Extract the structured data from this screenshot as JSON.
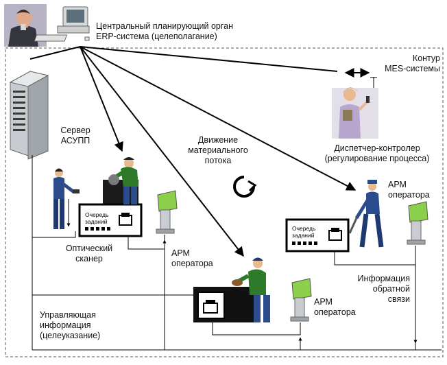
{
  "labels": {
    "planning_org_line1": "Центральный планирующий орган",
    "planning_org_line2": "ERP-система (целеполагание)",
    "mes_contour_line1": "Контур",
    "mes_contour_line2": "MES-системы",
    "server_line1": "Сервер",
    "server_line2": "АСУПП",
    "material_flow_line1": "Движение",
    "material_flow_line2": "материального",
    "material_flow_line3": "потока",
    "dispatcher_line1": "Диспетчер-контролер",
    "dispatcher_line2": "(регулирование процесса)",
    "arm_operator_right_line1": "АРМ",
    "arm_operator_right_line2": "оператора",
    "optical_scanner_line1": "Оптический",
    "optical_scanner_line2": "сканер",
    "arm_operator_left_line1": "АРМ",
    "arm_operator_left_line2": "оператора",
    "feedback_line1": "Информация",
    "feedback_line2": "обратной",
    "feedback_line3": "связи",
    "arm_operator_bottom_line1": "АРМ",
    "arm_operator_bottom_line2": "оператора",
    "control_info_line1": "Управляющая",
    "control_info_line2": "информация",
    "control_info_line3": "(целеуказание)",
    "task_queue_line1": "Очередь",
    "task_queue_line2": "заданий"
  },
  "colors": {
    "shirt_green": "#2f7a2a",
    "jeans_blue": "#2b4c8c",
    "skin": "#e9b98f",
    "kiosk_green": "#8ccf4a",
    "jacket_lilac": "#b9a6cf"
  },
  "icons": [
    "user-icon",
    "computer-icon",
    "server-icon",
    "worker-icon",
    "kiosk-icon",
    "cycle-arrow-icon",
    "dispatcher-icon",
    "printer-icon"
  ]
}
